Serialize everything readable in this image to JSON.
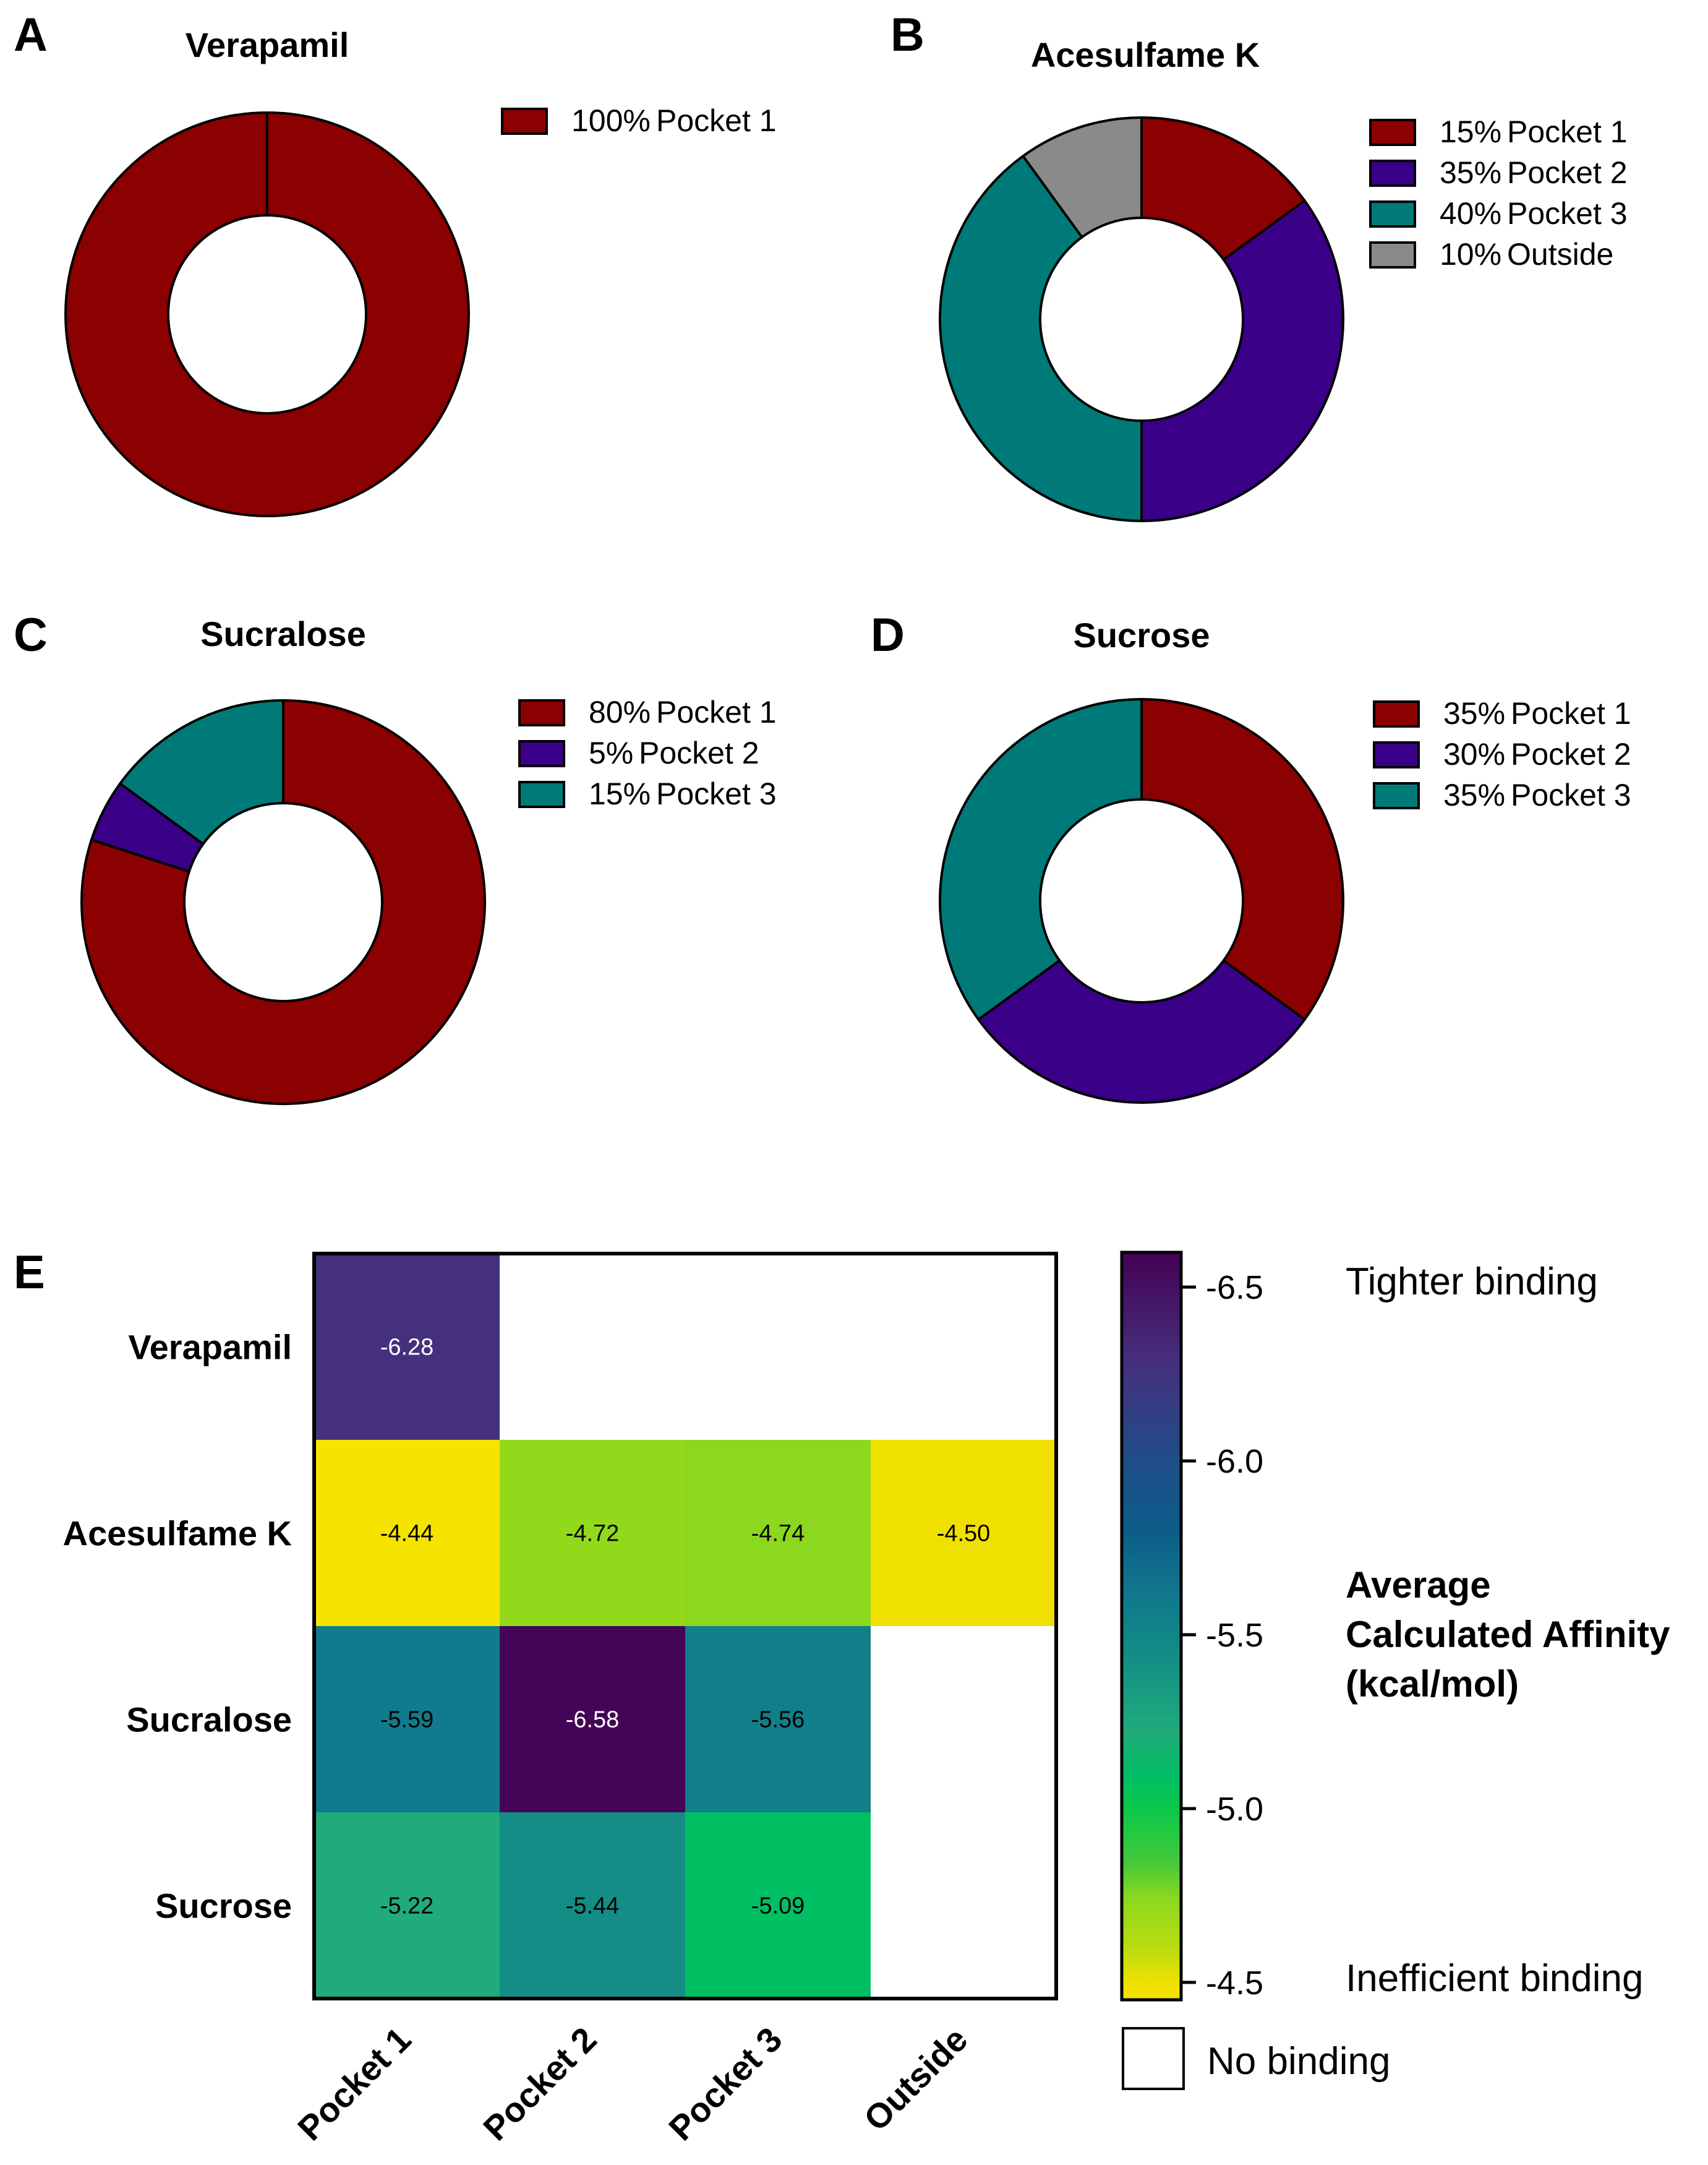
{
  "colors": {
    "pocket1": "#8b0000",
    "pocket2": "#3a0088",
    "pocket3": "#007a78",
    "outside": "#8a8a8a"
  },
  "chart_data": [
    {
      "type": "pie",
      "variant": "donut",
      "panel": "A",
      "title": "Verapamil",
      "slices": [
        {
          "label": "Pocket 1",
          "value": 100,
          "pct": "100%",
          "color": "#8b0000"
        }
      ]
    },
    {
      "type": "pie",
      "variant": "donut",
      "panel": "B",
      "title": "Acesulfame K",
      "slices": [
        {
          "label": "Pocket 1",
          "value": 15,
          "pct": "15%",
          "color": "#8b0000"
        },
        {
          "label": "Pocket 2",
          "value": 35,
          "pct": "35%",
          "color": "#3a0088"
        },
        {
          "label": "Pocket 3",
          "value": 40,
          "pct": "40%",
          "color": "#007a78"
        },
        {
          "label": "Outside",
          "value": 10,
          "pct": "10%",
          "color": "#8a8a8a"
        }
      ]
    },
    {
      "type": "pie",
      "variant": "donut",
      "panel": "C",
      "title": "Sucralose",
      "slices": [
        {
          "label": "Pocket 1",
          "value": 80,
          "pct": "80%",
          "color": "#8b0000"
        },
        {
          "label": "Pocket 2",
          "value": 5,
          "pct": "5%",
          "color": "#3a0088"
        },
        {
          "label": "Pocket 3",
          "value": 15,
          "pct": "15%",
          "color": "#007a78"
        }
      ]
    },
    {
      "type": "pie",
      "variant": "donut",
      "panel": "D",
      "title": "Sucrose",
      "slices": [
        {
          "label": "Pocket 1",
          "value": 35,
          "pct": "35%",
          "color": "#8b0000"
        },
        {
          "label": "Pocket 2",
          "value": 30,
          "pct": "30%",
          "color": "#3a0088"
        },
        {
          "label": "Pocket 3",
          "value": 35,
          "pct": "35%",
          "color": "#007a78"
        }
      ]
    },
    {
      "type": "heatmap",
      "panel": "E",
      "rows": [
        "Verapamil",
        "Acesulfame K",
        "Sucralose",
        "Sucrose"
      ],
      "columns": [
        "Pocket 1",
        "Pocket 2",
        "Pocket 3",
        "Outside"
      ],
      "values": [
        [
          -6.28,
          null,
          null,
          null
        ],
        [
          -4.44,
          -4.72,
          -4.74,
          -4.5
        ],
        [
          -5.59,
          -6.58,
          -5.56,
          null
        ],
        [
          -5.22,
          -5.44,
          -5.09,
          null
        ]
      ],
      "cell_labels": [
        [
          "-6.28",
          null,
          null,
          null
        ],
        [
          "-4.44",
          "-4.72",
          "-4.74",
          "-4.50"
        ],
        [
          "-5.59",
          "-6.58",
          "-5.56",
          null
        ],
        [
          "-5.22",
          "-5.44",
          "-5.09",
          null
        ]
      ],
      "colorbar": {
        "range": [
          -6.6,
          -4.45
        ],
        "ticks": [
          -6.5,
          -6.0,
          -5.5,
          -5.0,
          -4.5
        ],
        "tick_labels": [
          "-6.5",
          "-6.0",
          "-5.5",
          "-5.0",
          "-4.5"
        ],
        "title_lines": [
          "Average",
          "Calculated Affinity",
          "(kcal/mol)"
        ],
        "top_note": "Tighter binding",
        "bottom_note": "Inefficient binding",
        "colormap": "viridis",
        "stops": [
          {
            "v": -6.6,
            "color": "#440154"
          },
          {
            "v": -6.28,
            "color": "#45307e"
          },
          {
            "v": -6.0,
            "color": "#1f4d8a"
          },
          {
            "v": -5.8,
            "color": "#0c5d8a"
          },
          {
            "v": -5.6,
            "color": "#107a8c"
          },
          {
            "v": -5.45,
            "color": "#128c85"
          },
          {
            "v": -5.22,
            "color": "#20ab7a"
          },
          {
            "v": -5.09,
            "color": "#00bf63"
          },
          {
            "v": -5.0,
            "color": "#0ac84a"
          },
          {
            "v": -4.85,
            "color": "#42c83a"
          },
          {
            "v": -4.74,
            "color": "#8cd81e"
          },
          {
            "v": -4.6,
            "color": "#b8dc10"
          },
          {
            "v": -4.5,
            "color": "#f0e000"
          },
          {
            "v": -4.45,
            "color": "#f5e400"
          }
        ]
      },
      "no_binding_label": "No binding"
    }
  ]
}
